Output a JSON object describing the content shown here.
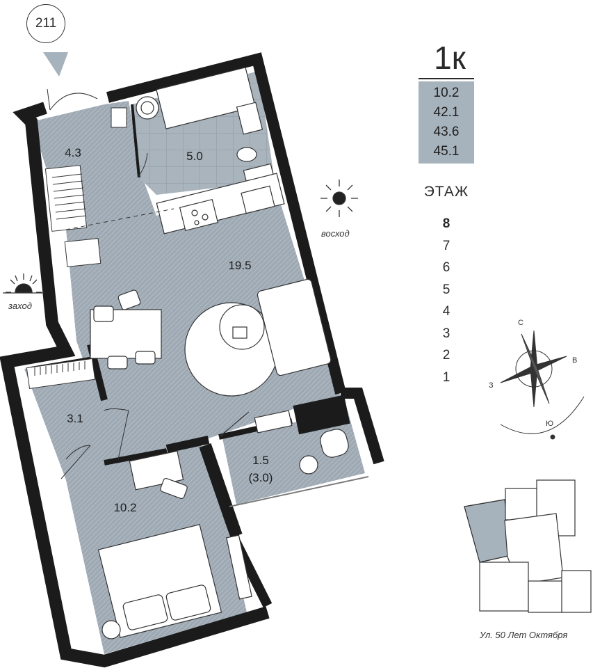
{
  "apartment_number": "211",
  "room_type": "1к",
  "areas": [
    "10.2",
    "42.1",
    "43.6",
    "45.1"
  ],
  "floor_label": "ЭТАЖ",
  "floors": [
    "8",
    "7",
    "6",
    "5",
    "4",
    "3",
    "2",
    "1"
  ],
  "current_floor": "8",
  "sunrise_label": "восход",
  "sunset_label": "заход",
  "rooms": {
    "hall": "4.3",
    "bathroom": "5.0",
    "living": "19.5",
    "wardrobe": "3.1",
    "balcony": "1.5",
    "balcony_full": "(3.0)",
    "bedroom": "10.2"
  },
  "compass": {
    "north": "С",
    "east": "В",
    "south": "Ю",
    "west": "З"
  },
  "street": "Ул. 50 Лет Октября",
  "colors": {
    "accent": "#a7b3bc",
    "wall": "#1b1b1b",
    "floor": "#9ea9b3"
  }
}
